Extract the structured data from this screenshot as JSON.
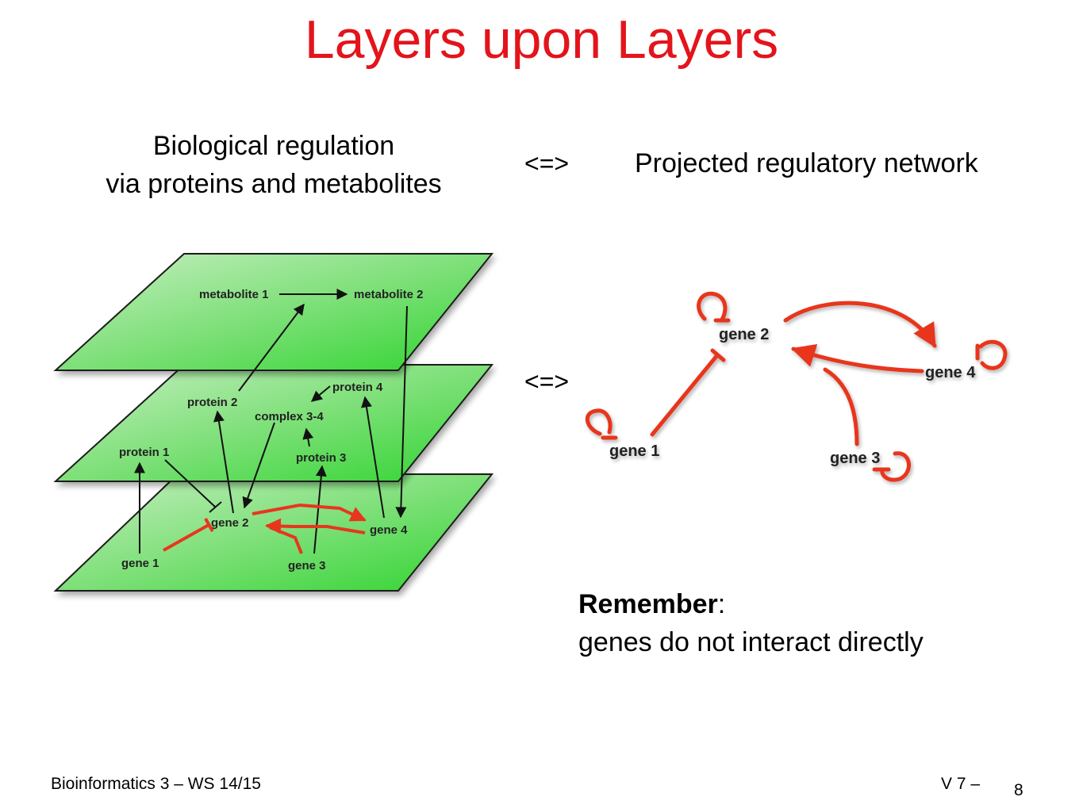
{
  "title": "Layers upon Layers",
  "left_heading": {
    "line1": "Biological regulation",
    "line2": "via proteins and metabolites"
  },
  "equivalence_symbol": "<=>",
  "right_heading": "Projected regulatory network",
  "layers": {
    "metabolite_layer": [
      "metabolite 1",
      "metabolite 2"
    ],
    "protein_layer": [
      "protein 1",
      "protein 2",
      "complex 3-4",
      "protein 4",
      "protein 3"
    ],
    "gene_layer": [
      "gene 1",
      "gene 2",
      "gene 3",
      "gene 4"
    ]
  },
  "network_nodes": [
    "gene 1",
    "gene 2",
    "gene 3",
    "gene 4"
  ],
  "remember": {
    "label": "Remember",
    "colon": ":",
    "text": "genes do not interact directly"
  },
  "footer": {
    "left": "Bioinformatics 3 – WS 14/15",
    "right": "V 7 –",
    "page": "8"
  },
  "colors": {
    "title": "#e3141b",
    "regulation_edge": "#e8361e",
    "layer_fill": "#3ed63e"
  }
}
